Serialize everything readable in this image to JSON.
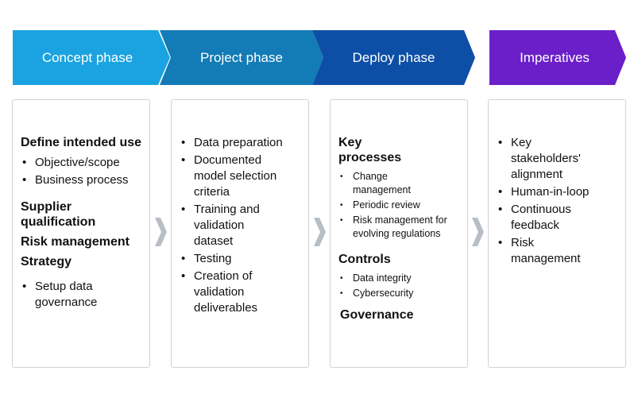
{
  "phases": [
    {
      "label": "Concept phase",
      "color": "#1aa3e0"
    },
    {
      "label": "Project phase",
      "color": "#137bb5"
    },
    {
      "label": "Deploy phase",
      "color": "#0d4fa6"
    },
    {
      "label": "Imperatives",
      "color": "#6a1fc9"
    }
  ],
  "concept": {
    "define_heading": "Define intended use",
    "define_items": [
      "Objective/scope",
      "Business process"
    ],
    "supplier_heading": "Supplier qualification",
    "risk_heading": "Risk management",
    "strategy_heading": "Strategy",
    "setup_items": [
      "Setup data governance"
    ]
  },
  "project": {
    "items": [
      "Data preparation",
      "Documented model selection criteria",
      "Training and validation dataset",
      "Testing",
      "Creation of validation deliverables"
    ]
  },
  "deploy": {
    "key_heading": "Key processes",
    "key_items": [
      "Change management",
      "Periodic review",
      "Risk management for evolving regulations"
    ],
    "controls_heading": "Controls",
    "controls_items": [
      "Data integrity",
      "Cybersecurity"
    ],
    "governance_heading": "Governance"
  },
  "imperatives": {
    "items": [
      "Key stakeholders' alignment",
      "Human-in-loop",
      "Continuous feedback",
      "Risk management"
    ]
  },
  "icons": {
    "connector": "chevron-right-icon"
  }
}
